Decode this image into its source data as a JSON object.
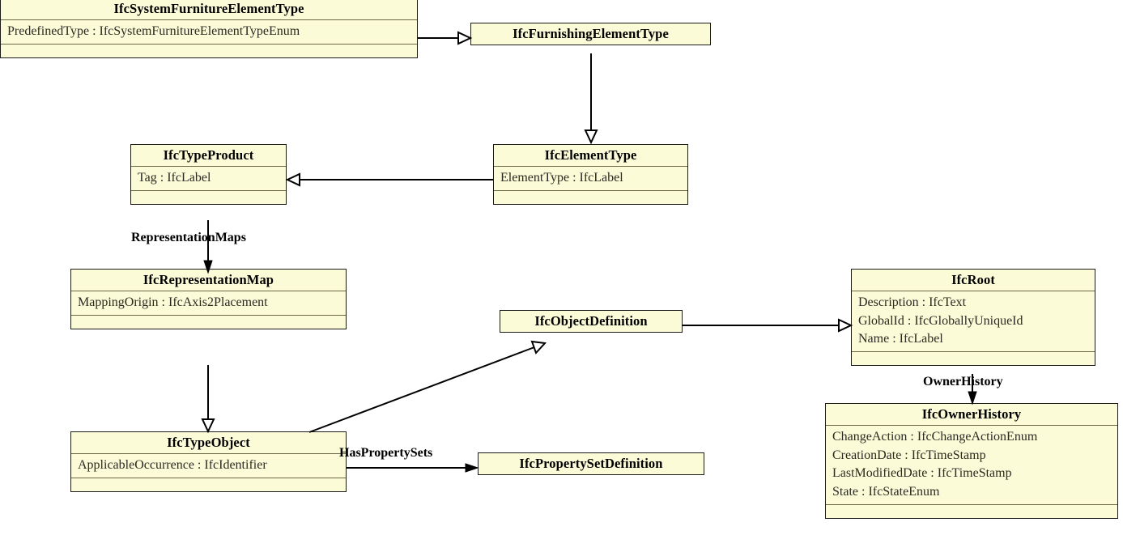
{
  "diagram": {
    "type": "uml-class-diagram",
    "title": "IFC Type Object Inheritance Diagram",
    "colors": {
      "class_fill": "#fcfbd8",
      "class_border": "#1a1a1a",
      "compartment_divider": "#6b6a45",
      "edge": "#000000",
      "background": "#ffffff"
    },
    "classes": [
      {
        "id": "IfcSystemFurnitureElementType",
        "name": "IfcSystemFurnitureElementType",
        "attributes": [
          "PredefinedType : IfcSystemFurnitureElementTypeEnum"
        ],
        "has_empty_compartment": true
      },
      {
        "id": "IfcFurnishingElementType",
        "name": "IfcFurnishingElementType",
        "attributes": [],
        "has_empty_compartment": false
      },
      {
        "id": "IfcTypeProduct",
        "name": "IfcTypeProduct",
        "attributes": [
          "Tag : IfcLabel"
        ],
        "has_empty_compartment": true
      },
      {
        "id": "IfcElementType",
        "name": "IfcElementType",
        "attributes": [
          "ElementType : IfcLabel"
        ],
        "has_empty_compartment": true
      },
      {
        "id": "IfcRepresentationMap",
        "name": "IfcRepresentationMap",
        "attributes": [
          "MappingOrigin : IfcAxis2Placement"
        ],
        "has_empty_compartment": true
      },
      {
        "id": "IfcObjectDefinition",
        "name": "IfcObjectDefinition",
        "attributes": [],
        "has_empty_compartment": false
      },
      {
        "id": "IfcRoot",
        "name": "IfcRoot",
        "attributes": [
          "Description : IfcText",
          "GlobalId : IfcGloballyUniqueId",
          "Name : IfcLabel"
        ],
        "has_empty_compartment": true
      },
      {
        "id": "IfcTypeObject",
        "name": "IfcTypeObject",
        "attributes": [
          "ApplicableOccurrence : IfcIdentifier"
        ],
        "has_empty_compartment": true
      },
      {
        "id": "IfcPropertySetDefinition",
        "name": "IfcPropertySetDefinition",
        "attributes": [],
        "has_empty_compartment": false
      },
      {
        "id": "IfcOwnerHistory",
        "name": "IfcOwnerHistory",
        "attributes": [
          "ChangeAction : IfcChangeActionEnum",
          "CreationDate : IfcTimeStamp",
          "LastModifiedDate : IfcTimeStamp",
          "State : IfcStateEnum"
        ],
        "has_empty_compartment": true
      }
    ],
    "relationships": [
      {
        "from": "IfcSystemFurnitureElementType",
        "to": "IfcFurnishingElementType",
        "kind": "generalization",
        "label": ""
      },
      {
        "from": "IfcFurnishingElementType",
        "to": "IfcElementType",
        "kind": "generalization",
        "label": ""
      },
      {
        "from": "IfcElementType",
        "to": "IfcTypeProduct",
        "kind": "generalization",
        "label": ""
      },
      {
        "from": "IfcTypeProduct",
        "to": "IfcRepresentationMap",
        "kind": "association",
        "label": "RepresentationMaps"
      },
      {
        "from": "IfcRepresentationMap",
        "to": "IfcTypeObject",
        "kind": "generalization",
        "label": ""
      },
      {
        "from": "IfcTypeObject",
        "to": "IfcObjectDefinition",
        "kind": "generalization",
        "label": ""
      },
      {
        "from": "IfcObjectDefinition",
        "to": "IfcRoot",
        "kind": "generalization",
        "label": ""
      },
      {
        "from": "IfcTypeObject",
        "to": "IfcPropertySetDefinition",
        "kind": "association",
        "label": "HasPropertySets"
      },
      {
        "from": "IfcRoot",
        "to": "IfcOwnerHistory",
        "kind": "association",
        "label": "OwnerHistory"
      }
    ],
    "edge_labels": {
      "representation_maps": "RepresentationMaps",
      "has_property_sets": "HasPropertySets",
      "owner_history": "OwnerHistory"
    }
  }
}
